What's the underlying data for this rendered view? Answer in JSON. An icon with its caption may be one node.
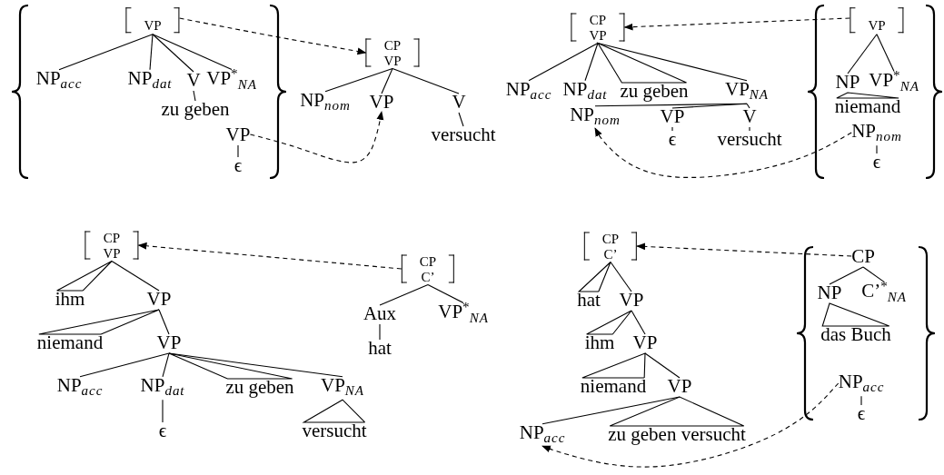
{
  "diagram": {
    "nodes": [
      {
        "text": [
          "VP"
        ]
      },
      {
        "text": [
          "NP$_{acc}$"
        ]
      },
      {
        "text": [
          "NP$_{dat}$"
        ]
      },
      {
        "text": [
          "V"
        ]
      },
      {
        "text": [
          "VP$^{*}$$_{NA}$"
        ]
      },
      {
        "text": [
          "zu geben"
        ]
      },
      {
        "text": [
          "VP"
        ]
      },
      {
        "text": [
          "ϵ"
        ]
      },
      {
        "text": [
          "CP",
          "VP"
        ]
      },
      {
        "text": [
          "NP$_{nom}$"
        ]
      },
      {
        "text": [
          "VP"
        ]
      },
      {
        "text": [
          "V"
        ]
      },
      {
        "text": [
          "versucht"
        ]
      },
      {
        "text": [
          "CP",
          "VP"
        ]
      },
      {
        "text": [
          "NP$_{acc}$"
        ]
      },
      {
        "text": [
          "NP$_{dat}$"
        ]
      },
      {
        "text": [
          "zu geben"
        ]
      },
      {
        "text": [
          "VP$_{NA}$"
        ]
      },
      {
        "text": [
          "NP$_{nom}$"
        ]
      },
      {
        "text": [
          "VP"
        ]
      },
      {
        "text": [
          "V"
        ]
      },
      {
        "text": [
          "ϵ"
        ]
      },
      {
        "text": [
          "versucht"
        ]
      },
      {
        "text": [
          "VP"
        ]
      },
      {
        "text": [
          "NP"
        ]
      },
      {
        "text": [
          "VP$^{*}$$_{NA}$"
        ]
      },
      {
        "text": [
          "niemand"
        ]
      },
      {
        "text": [
          "NP$_{nom}$"
        ]
      },
      {
        "text": [
          "ϵ"
        ]
      },
      {
        "text": [
          "CP",
          "VP"
        ]
      },
      {
        "text": [
          "ihm"
        ]
      },
      {
        "text": [
          "VP"
        ]
      },
      {
        "text": [
          "niemand"
        ]
      },
      {
        "text": [
          "VP"
        ]
      },
      {
        "text": [
          "NP$_{acc}$"
        ]
      },
      {
        "text": [
          "NP$_{dat}$"
        ]
      },
      {
        "text": [
          "zu geben"
        ]
      },
      {
        "text": [
          "VP$_{NA}$"
        ]
      },
      {
        "text": [
          "ϵ"
        ]
      },
      {
        "text": [
          "versucht"
        ]
      },
      {
        "text": [
          "CP",
          "C’"
        ]
      },
      {
        "text": [
          "Aux"
        ]
      },
      {
        "text": [
          "VP$^{*}$$_{NA}$"
        ]
      },
      {
        "text": [
          "hat"
        ]
      },
      {
        "text": [
          "CP",
          "C’"
        ]
      },
      {
        "text": [
          "hat"
        ]
      },
      {
        "text": [
          "VP"
        ]
      },
      {
        "text": [
          "ihm"
        ]
      },
      {
        "text": [
          "VP"
        ]
      },
      {
        "text": [
          "niemand"
        ]
      },
      {
        "text": [
          "VP"
        ]
      },
      {
        "text": [
          "NP$_{acc}$"
        ]
      },
      {
        "text": [
          "zu geben versucht"
        ]
      },
      {
        "text": [
          "CP"
        ]
      },
      {
        "text": [
          "NP"
        ]
      },
      {
        "text": [
          "C’$^{*}$$_{NA}$"
        ]
      },
      {
        "text": [
          "das Buch"
        ]
      },
      {
        "text": [
          "NP$_{acc}$"
        ]
      },
      {
        "text": [
          "ϵ"
        ]
      }
    ],
    "edges": [
      {
        "from": 0,
        "to": 1,
        "arrow": "none"
      },
      {
        "from": 0,
        "to": 2,
        "arrow": "none"
      },
      {
        "from": 0,
        "to": 3,
        "arrow": "none"
      },
      {
        "from": 0,
        "to": 4,
        "arrow": "none"
      },
      {
        "from": 3,
        "to": 5,
        "arrow": "none"
      },
      {
        "from": 6,
        "to": 7,
        "arrow": "none"
      },
      {
        "from": 8,
        "to": 9,
        "arrow": "none"
      },
      {
        "from": 8,
        "to": 10,
        "arrow": "none"
      },
      {
        "from": 8,
        "to": 11,
        "arrow": "none"
      },
      {
        "from": 11,
        "to": 12,
        "arrow": "none"
      },
      {
        "from": 0,
        "to": 8,
        "arrow": "to",
        "style": "dashed"
      },
      {
        "from": 6,
        "to": 10,
        "arrow": "to",
        "style": "dashed"
      },
      {
        "from": 13,
        "to": 14,
        "arrow": "none"
      },
      {
        "from": 13,
        "to": 15,
        "arrow": "none"
      },
      {
        "from": 13,
        "to": 16,
        "arrow": "none"
      },
      {
        "from": 13,
        "to": 17,
        "arrow": "none"
      },
      {
        "from": 17,
        "to": 18,
        "arrow": "none"
      },
      {
        "from": 17,
        "to": 19,
        "arrow": "none"
      },
      {
        "from": 17,
        "to": 20,
        "arrow": "none"
      },
      {
        "from": 19,
        "to": 21,
        "arrow": "none"
      },
      {
        "from": 20,
        "to": 22,
        "arrow": "none"
      },
      {
        "from": 23,
        "to": 24,
        "arrow": "none"
      },
      {
        "from": 23,
        "to": 25,
        "arrow": "none"
      },
      {
        "from": 24,
        "to": 26,
        "arrow": "none"
      },
      {
        "from": 27,
        "to": 28,
        "arrow": "none"
      },
      {
        "from": 23,
        "to": 13,
        "arrow": "to",
        "style": "dashed"
      },
      {
        "from": 27,
        "to": 18,
        "arrow": "to",
        "style": "dashed"
      },
      {
        "from": 29,
        "to": 30,
        "arrow": "none"
      },
      {
        "from": 29,
        "to": 31,
        "arrow": "none"
      },
      {
        "from": 31,
        "to": 32,
        "arrow": "none"
      },
      {
        "from": 31,
        "to": 33,
        "arrow": "none"
      },
      {
        "from": 33,
        "to": 34,
        "arrow": "none"
      },
      {
        "from": 33,
        "to": 35,
        "arrow": "none"
      },
      {
        "from": 33,
        "to": 36,
        "arrow": "none"
      },
      {
        "from": 33,
        "to": 37,
        "arrow": "none"
      },
      {
        "from": 35,
        "to": 38,
        "arrow": "none"
      },
      {
        "from": 37,
        "to": 39,
        "arrow": "none"
      },
      {
        "from": 40,
        "to": 41,
        "arrow": "none"
      },
      {
        "from": 40,
        "to": 42,
        "arrow": "none"
      },
      {
        "from": 41,
        "to": 43,
        "arrow": "none"
      },
      {
        "from": 40,
        "to": 29,
        "arrow": "to",
        "style": "dashed"
      },
      {
        "from": 44,
        "to": 45,
        "arrow": "none"
      },
      {
        "from": 44,
        "to": 46,
        "arrow": "none"
      },
      {
        "from": 46,
        "to": 47,
        "arrow": "none"
      },
      {
        "from": 46,
        "to": 48,
        "arrow": "none"
      },
      {
        "from": 48,
        "to": 49,
        "arrow": "none"
      },
      {
        "from": 48,
        "to": 50,
        "arrow": "none"
      },
      {
        "from": 50,
        "to": 51,
        "arrow": "none"
      },
      {
        "from": 50,
        "to": 52,
        "arrow": "none"
      },
      {
        "from": 53,
        "to": 54,
        "arrow": "none"
      },
      {
        "from": 53,
        "to": 55,
        "arrow": "none"
      },
      {
        "from": 54,
        "to": 56,
        "arrow": "none"
      },
      {
        "from": 57,
        "to": 58,
        "arrow": "none"
      },
      {
        "from": 53,
        "to": 44,
        "arrow": "to",
        "style": "dashed"
      },
      {
        "from": 57,
        "to": 51,
        "arrow": "to",
        "style": "dashed"
      }
    ]
  }
}
